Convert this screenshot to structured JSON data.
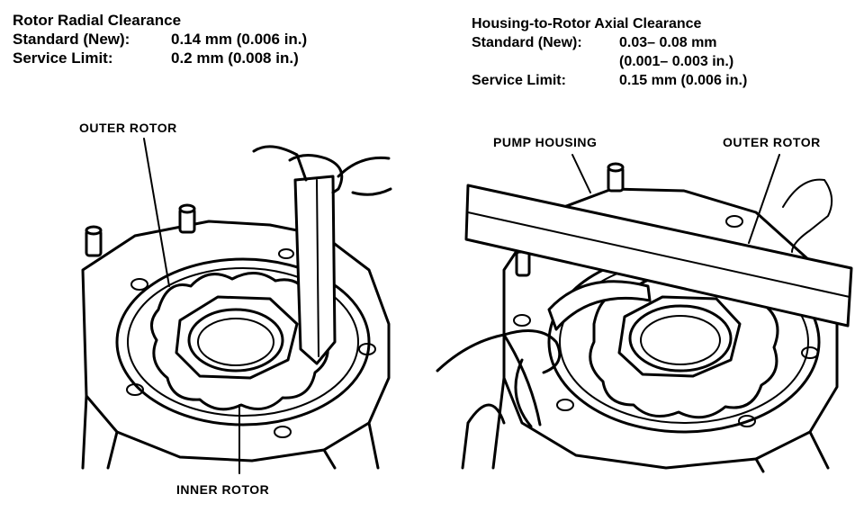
{
  "left_spec": {
    "title": "Rotor Radial Clearance",
    "standard_label": "Standard (New):",
    "standard_value": "0.14 mm (0.006 in.)",
    "limit_label": "Service Limit:",
    "limit_value": "0.2 mm (0.008 in.)"
  },
  "right_spec": {
    "title": "Housing-to-Rotor Axial Clearance",
    "standard_label": "Standard (New):",
    "standard_value_mm": "0.03– 0.08 mm",
    "standard_value_in": "(0.001– 0.003 in.)",
    "limit_label": "Service Limit:",
    "limit_value": "0.15 mm (0.006 in.)"
  },
  "callouts": {
    "left_outer_rotor": "OUTER ROTOR",
    "left_inner_rotor": "INNER ROTOR",
    "right_pump_housing": "PUMP HOUSING",
    "right_outer_rotor": "OUTER ROTOR"
  }
}
